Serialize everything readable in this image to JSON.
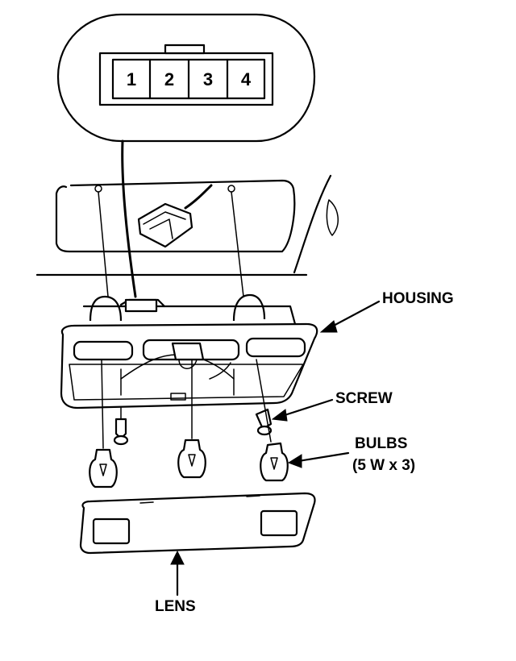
{
  "connector": {
    "pins": [
      "1",
      "2",
      "3",
      "4"
    ]
  },
  "labels": {
    "housing": "HOUSING",
    "screw": "SCREW",
    "bulbs_line1": "BULBS",
    "bulbs_line2": "(5 W x 3)",
    "lens": "LENS"
  }
}
